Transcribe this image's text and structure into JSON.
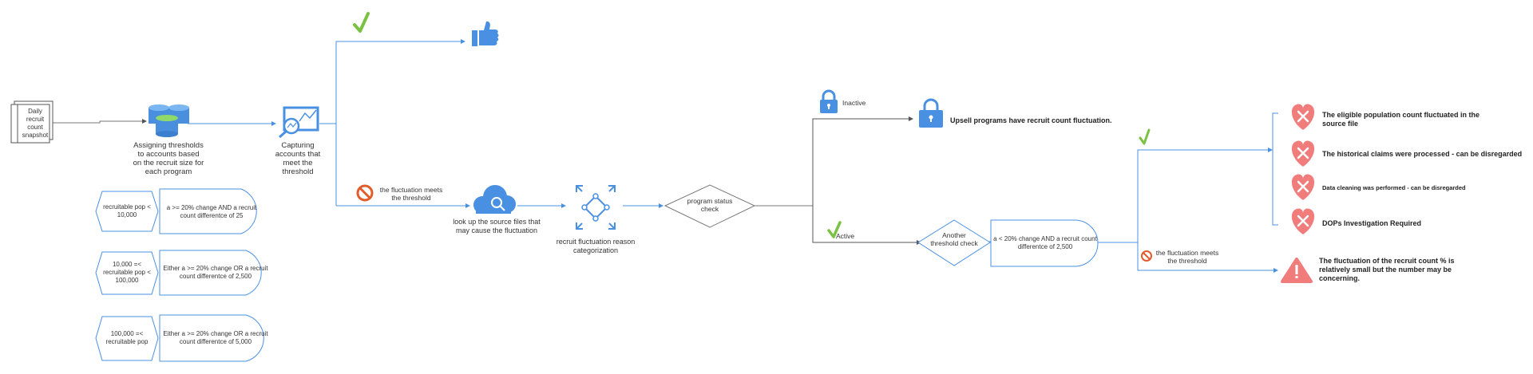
{
  "nodes": {
    "snapshot": "Daily recruit count snapshot",
    "assign_thresholds": "Assigning thresholds to accounts based on the recruit size for each program",
    "capturing": "Capturing accounts that meet the threshold",
    "lookup": "look up the source files that may cause the fluctuation",
    "categorization": "recruit fluctuation reason categorization",
    "program_status": "program status check",
    "another_threshold": "Another threshold check",
    "another_threshold_rule": "a < 20% change AND a recruit count differentce of 2,500"
  },
  "threshold_rules": [
    {
      "range": "recruitable pop < 10,000",
      "rule": "a >= 20% change AND a recruit count differentce of 25"
    },
    {
      "range": "10,000 =< recruitable pop < 100,000",
      "rule": "Either a >= 20% change OR a recruit count differentce of 2,500"
    },
    {
      "range": "100,000 =< recruitable pop",
      "rule": "Either a >= 20% change OR a recruit count differentce of 5,000"
    }
  ],
  "labels": {
    "fluctuation_meets_1": "the fluctuation meets the threshold",
    "inactive": "Inactive",
    "active": "Active",
    "fluctuation_meets_2": "the fluctuation meets the threshold"
  },
  "outcomes": {
    "upsell": "Upsell programs have recruit count fluctuation.",
    "reasons": [
      "The eligible population count fluctuated in the source file",
      "The historical claims were processed -  can be disregarded",
      "Data cleaning was performed -  can be disregarded",
      "DOPs Investigation Required"
    ],
    "warning": "The fluctuation of the recruit count % is relatively small but the number may be concerning."
  },
  "colors": {
    "connector": "#4a90e2",
    "icon_blue": "#5aa0ee",
    "check_green": "#7cc242",
    "ban_orange": "#e25b2a",
    "heart_red": "#f07c7c",
    "line_gray": "#777777"
  }
}
